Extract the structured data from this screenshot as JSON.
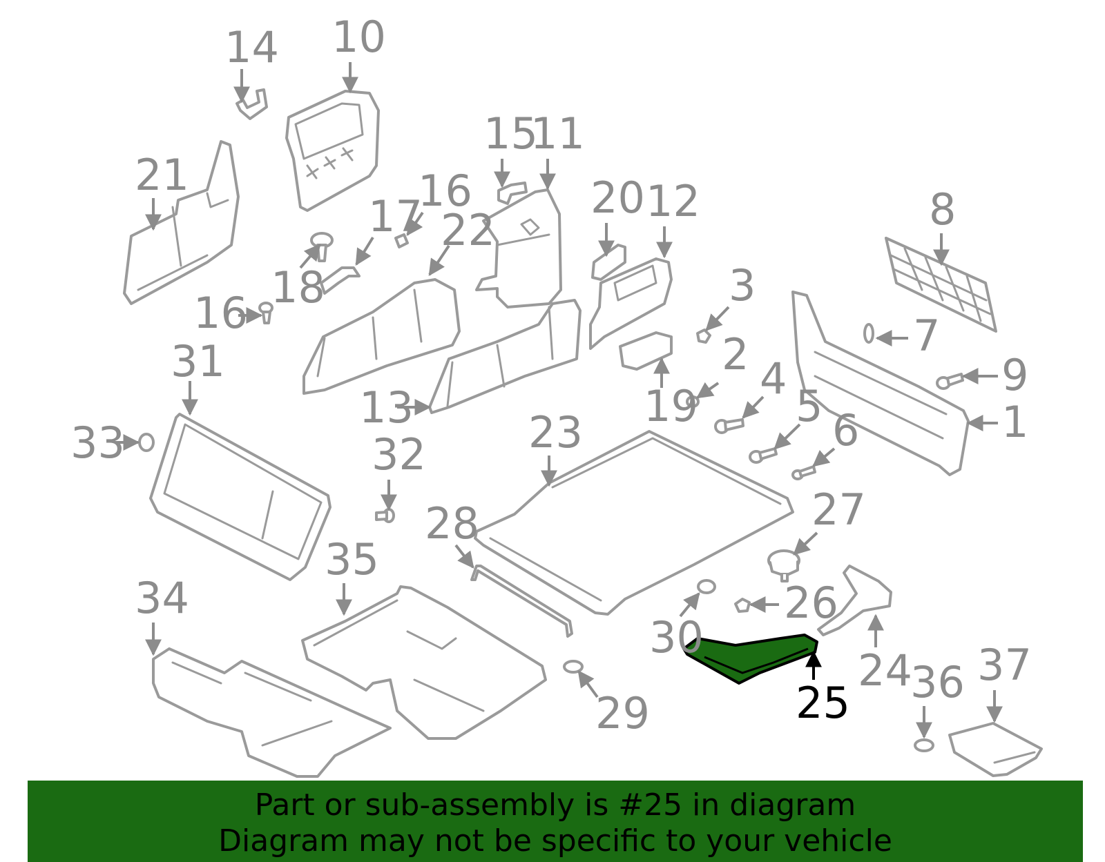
{
  "diagram": {
    "highlighted_part": "25",
    "highlight_color": "#1a6b12",
    "part_numbers": [
      "1",
      "2",
      "3",
      "4",
      "5",
      "6",
      "7",
      "8",
      "9",
      "10",
      "11",
      "12",
      "13",
      "14",
      "15",
      "16",
      "16",
      "17",
      "18",
      "19",
      "20",
      "21",
      "22",
      "23",
      "24",
      "25",
      "26",
      "27",
      "28",
      "29",
      "30",
      "31",
      "32",
      "33",
      "34",
      "35",
      "36",
      "37"
    ]
  },
  "labels": {
    "p1": "1",
    "p2": "2",
    "p3": "3",
    "p4": "4",
    "p5": "5",
    "p6": "6",
    "p7": "7",
    "p8": "8",
    "p9": "9",
    "p10": "10",
    "p11": "11",
    "p12": "12",
    "p13": "13",
    "p14": "14",
    "p15": "15",
    "p16a": "16",
    "p16b": "16",
    "p17": "17",
    "p18": "18",
    "p19": "19",
    "p20": "20",
    "p21": "21",
    "p22": "22",
    "p23": "23",
    "p24": "24",
    "p25": "25",
    "p26": "26",
    "p27": "27",
    "p28": "28",
    "p29": "29",
    "p30": "30",
    "p31": "31",
    "p32": "32",
    "p33": "33",
    "p34": "34",
    "p35": "35",
    "p36": "36",
    "p37": "37"
  },
  "banner": {
    "line1": "Part or sub-assembly is #25 in diagram",
    "line2": "Diagram may not be specific to your vehicle",
    "background": "#1a6b12"
  }
}
